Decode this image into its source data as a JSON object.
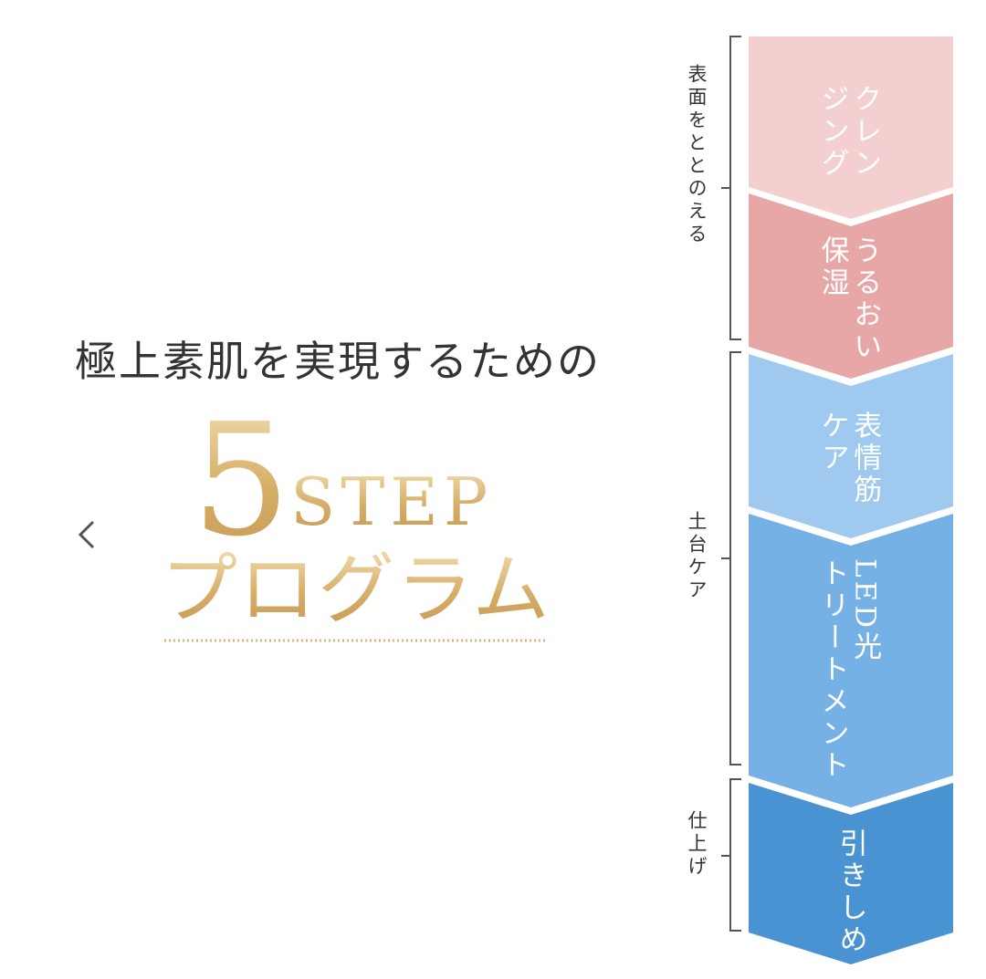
{
  "heading": {
    "subtitle": "極上素肌を実現するための",
    "number": "5",
    "step_word": "STEP",
    "program": "プログラム"
  },
  "groups": [
    {
      "label": "表面をととのえる"
    },
    {
      "label": "土台ケア"
    },
    {
      "label": "仕上げ"
    }
  ],
  "steps": [
    {
      "lines": [
        "クレン",
        "ジング"
      ],
      "color": "#f3cfcf"
    },
    {
      "lines": [
        "うるおい",
        "保湿"
      ],
      "color": "#e8a7a7"
    },
    {
      "lines": [
        "表情筋",
        "ケア"
      ],
      "color": "#9fc9ef"
    },
    {
      "lines": [
        "LED光",
        "トリートメント"
      ],
      "color": "#76b1e6"
    },
    {
      "lines": [
        "引きしめ"
      ],
      "color": "#4a93d3"
    }
  ],
  "colors": {
    "gold_light": "#efd9a8",
    "gold_mid": "#d4aa63",
    "gold_dark": "#b88a3f",
    "text": "#333333",
    "bracket": "#555555"
  },
  "icons": {
    "back": "chevron-left-icon"
  }
}
